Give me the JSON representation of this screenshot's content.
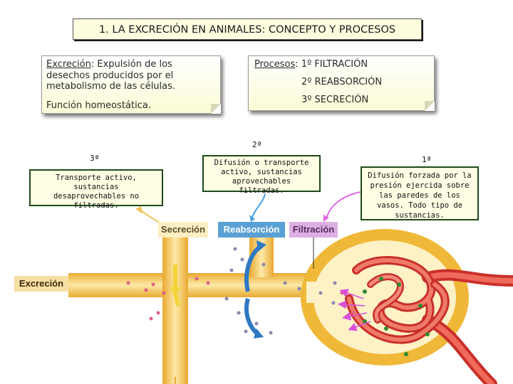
{
  "title": "1. LA EXCRECIÓN EN ANIMALES: CONCEPTO Y PROCESOS",
  "concept": {
    "term": "Excreción",
    "definition": ": Expulsión de los desechos producidos por el metabolismo de las células.",
    "function": "Función homeostática."
  },
  "processes": {
    "label": "Procesos",
    "items": [
      ": 1º FILTRACIÓN",
      "2º REABSORCIÓN",
      "3º SECRECIÓN"
    ]
  },
  "steps": {
    "third": {
      "number": "3ª",
      "text": "Transporte activo, sustancias desaprovechables no filtradas."
    },
    "second": {
      "number": "2ª",
      "text": "Difusión o transporte activo, sustancias aprovechables filtradas."
    },
    "first": {
      "number": "1ª",
      "text": "Difusión forzada por la presión ejercida sobre las paredes de los vasos. Todo tipo de sustancias."
    }
  },
  "diagram": {
    "secrecion": "Secreción",
    "reabsorcion": "Reabsorción",
    "filtracion": "Filtración",
    "excrecion": "Excreción"
  },
  "colors": {
    "tubule": "#f2c34a",
    "tubule_light": "#fde7a0",
    "vessel": "#e0403a",
    "green_border": "#1d4a18",
    "reabs_tag": "#5aa0d4",
    "filt_tag": "#ddb0e4",
    "secr_tag": "#fbeec2"
  }
}
